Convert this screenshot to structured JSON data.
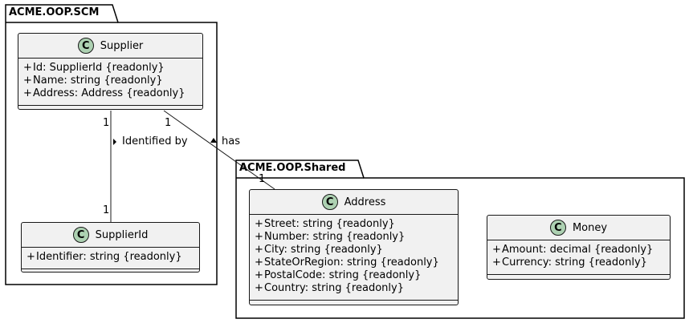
{
  "packages": {
    "scm": {
      "name": "ACME.OOP.SCM"
    },
    "shared": {
      "name": "ACME.OOP.Shared"
    }
  },
  "classes": {
    "supplier": {
      "icon": "C",
      "name": "Supplier",
      "attributes": [
        {
          "vis": "+",
          "text": "Id: SupplierId {readonly}"
        },
        {
          "vis": "+",
          "text": "Name: string {readonly}"
        },
        {
          "vis": "+",
          "text": "Address: Address {readonly}"
        }
      ]
    },
    "supplierid": {
      "icon": "C",
      "name": "SupplierId",
      "attributes": [
        {
          "vis": "+",
          "text": "Identifier: string {readonly}"
        }
      ]
    },
    "address": {
      "icon": "C",
      "name": "Address",
      "attributes": [
        {
          "vis": "+",
          "text": "Street: string {readonly}"
        },
        {
          "vis": "+",
          "text": "Number: string {readonly}"
        },
        {
          "vis": "+",
          "text": "City: string {readonly}"
        },
        {
          "vis": "+",
          "text": "StateOrRegion: string {readonly}"
        },
        {
          "vis": "+",
          "text": "PostalCode: string {readonly}"
        },
        {
          "vis": "+",
          "text": "Country: string {readonly}"
        }
      ]
    },
    "money": {
      "icon": "C",
      "name": "Money",
      "attributes": [
        {
          "vis": "+",
          "text": "Amount: decimal {readonly}"
        },
        {
          "vis": "+",
          "text": "Currency: string {readonly}"
        }
      ]
    }
  },
  "relations": {
    "identified": {
      "label": "Identified by",
      "arrow": ">",
      "from_mult": "1",
      "to_mult": "1"
    },
    "has": {
      "label": "has",
      "arrow": ">",
      "from_mult": "1",
      "to_mult": "1"
    }
  }
}
